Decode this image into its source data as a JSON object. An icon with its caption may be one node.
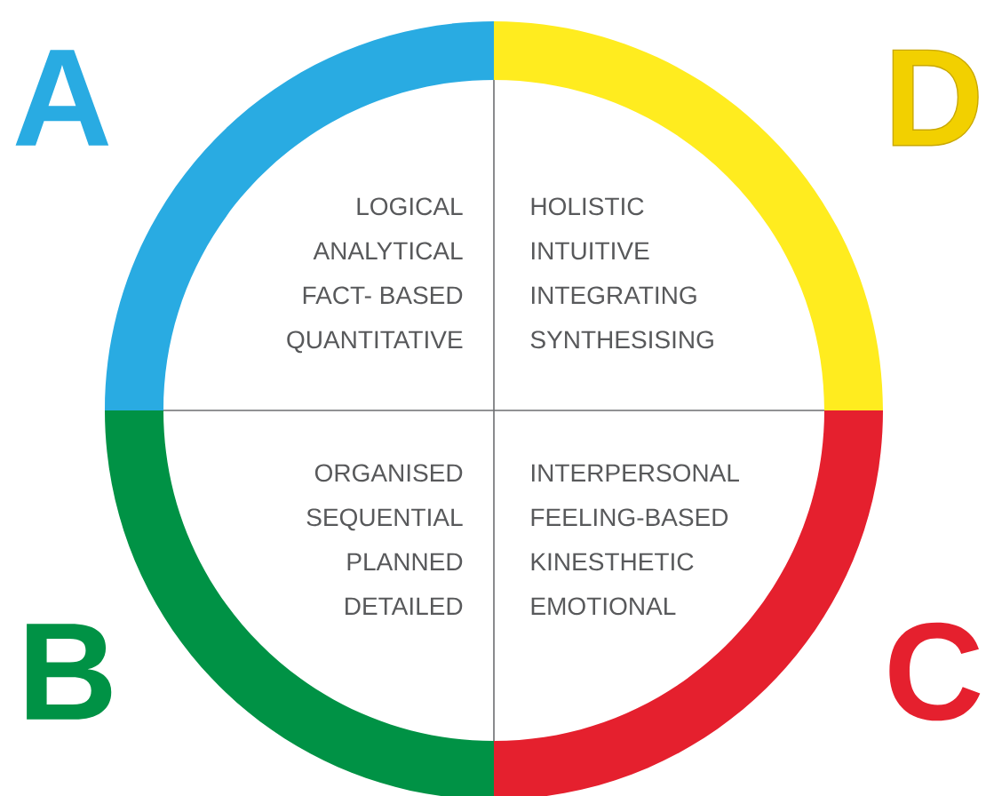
{
  "diagram": {
    "nodes": [
      {
        "text": [
          "LOGICAL",
          "ANALYTICAL",
          "FACT- BASED",
          "QUANTITATIVE"
        ],
        "beside": [
          "A"
        ]
      },
      {
        "text": [
          "HOLISTIC",
          "INTUITIVE",
          "INTEGRATING",
          "SYNTHESISING"
        ],
        "beside": [
          "D"
        ]
      },
      {
        "text": [
          "ORGANISED",
          "SEQUENTIAL",
          "PLANNED",
          "DETAILED"
        ],
        "beside": [
          "B"
        ]
      },
      {
        "text": [
          "INTERPERSONAL",
          "FEELING-BASED",
          "KINESTHETIC",
          "EMOTIONAL"
        ],
        "beside": [
          "C"
        ]
      }
    ]
  }
}
